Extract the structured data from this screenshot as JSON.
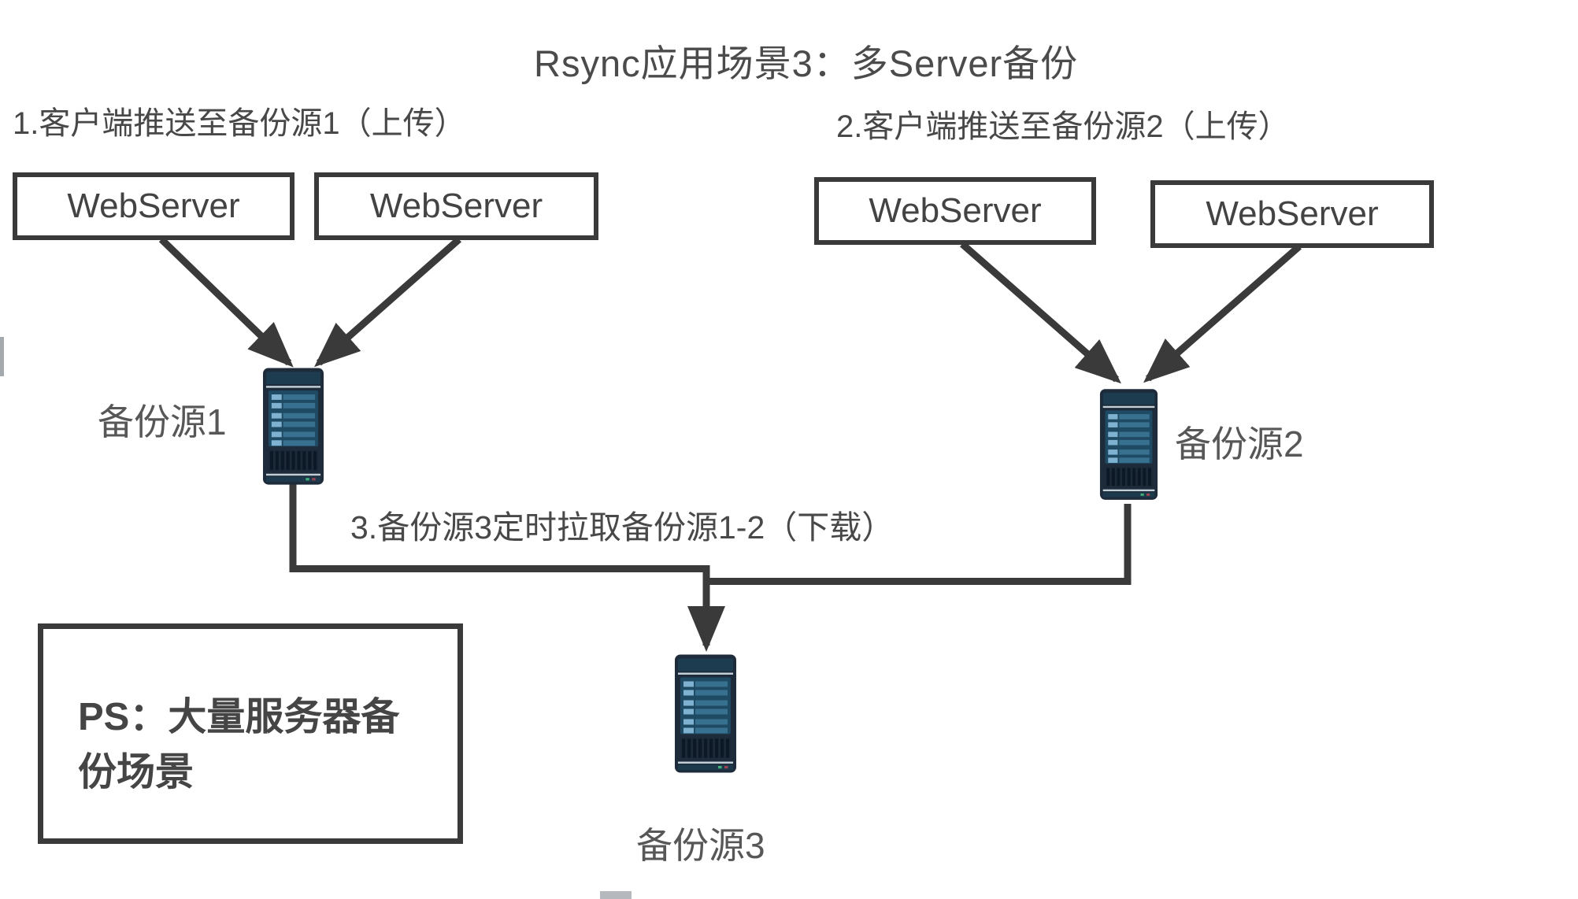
{
  "diagram": {
    "title": "Rsync应用场景3：多Server备份",
    "captions": {
      "step1": "1.客户端推送至备份源1（上传）",
      "step2": "2.客户端推送至备份源2（上传）",
      "step3": "3.备份源3定时拉取备份源1-2（下载）"
    },
    "web_servers": [
      "WebServer",
      "WebServer",
      "WebServer",
      "WebServer"
    ],
    "backup_sources": [
      "备份源1",
      "备份源2",
      "备份源3"
    ],
    "ps_note": {
      "line1": "PS：大量服务器备",
      "line2": "份场景"
    },
    "colors": {
      "connector_line": "#3a3a3a",
      "box_border": "#3a3a3a",
      "text": "#4b4b4b",
      "server_body": "#1e2b3a",
      "server_top_band": "#1d3c50",
      "server_panel": "#1f4a63",
      "server_bar": "#38708f",
      "server_chip": "#7fb2d0",
      "server_vent_bg": "#1c2a38",
      "server_vent_slat": "#0c1826",
      "server_separator": "#c2ced6",
      "led_green": "#3fae77",
      "led_red": "#9c4352"
    },
    "icons": {
      "server_icon": "tower-server",
      "arrow_icon": "solid-triangle-arrowhead"
    }
  }
}
